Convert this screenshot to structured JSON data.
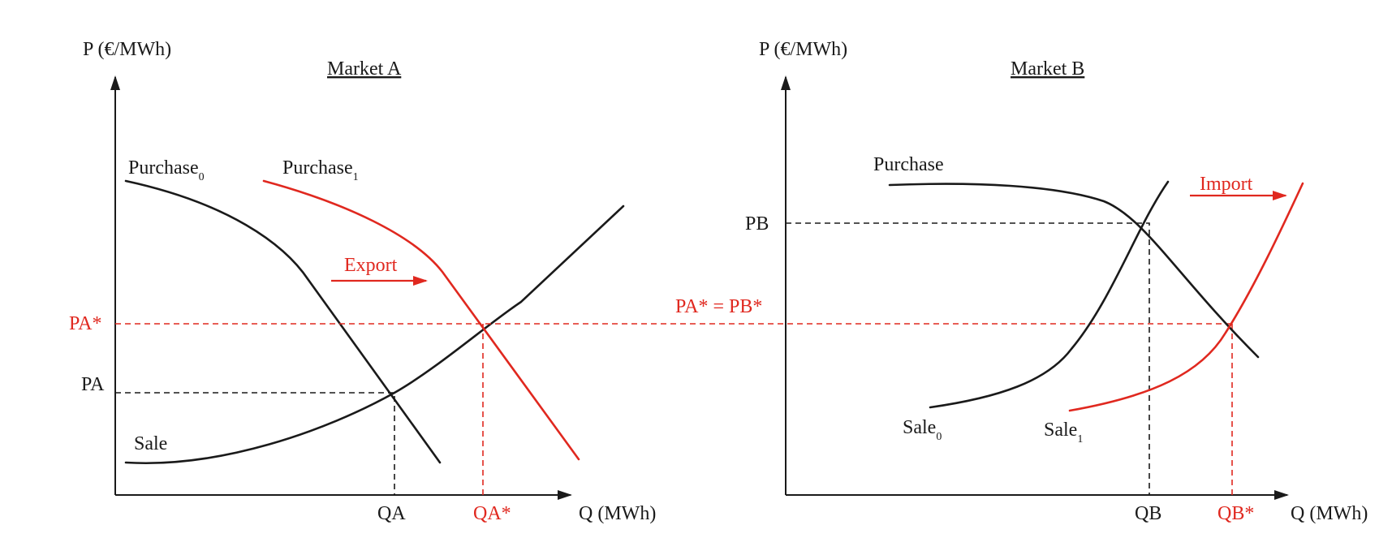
{
  "colors": {
    "ink": "#1a1a1a",
    "accent": "#e0281f"
  },
  "shared_price_label": "PA* = PB*",
  "market_a": {
    "title": "Market A",
    "y_axis_label": "P (€/MWh)",
    "x_axis_label": "Q (MWh)",
    "price_labels": {
      "initial": "PA",
      "equilibrium": "PA*"
    },
    "quantity_labels": {
      "initial": "QA",
      "equilibrium": "QA*"
    },
    "curves": {
      "purchase_0": {
        "name": "Purchase",
        "subscript": "0"
      },
      "purchase_1": {
        "name": "Purchase",
        "subscript": "1"
      },
      "sale": {
        "name": "Sale"
      }
    },
    "shift_label": "Export"
  },
  "market_b": {
    "title": "Market B",
    "y_axis_label": "P (€/MWh)",
    "x_axis_label": "Q (MWh)",
    "price_labels": {
      "initial": "PB"
    },
    "quantity_labels": {
      "initial": "QB",
      "equilibrium": "QB*"
    },
    "curves": {
      "purchase": {
        "name": "Purchase"
      },
      "sale_0": {
        "name": "Sale",
        "subscript": "0"
      },
      "sale_1": {
        "name": "Sale",
        "subscript": "1"
      }
    },
    "shift_label": "Import"
  }
}
